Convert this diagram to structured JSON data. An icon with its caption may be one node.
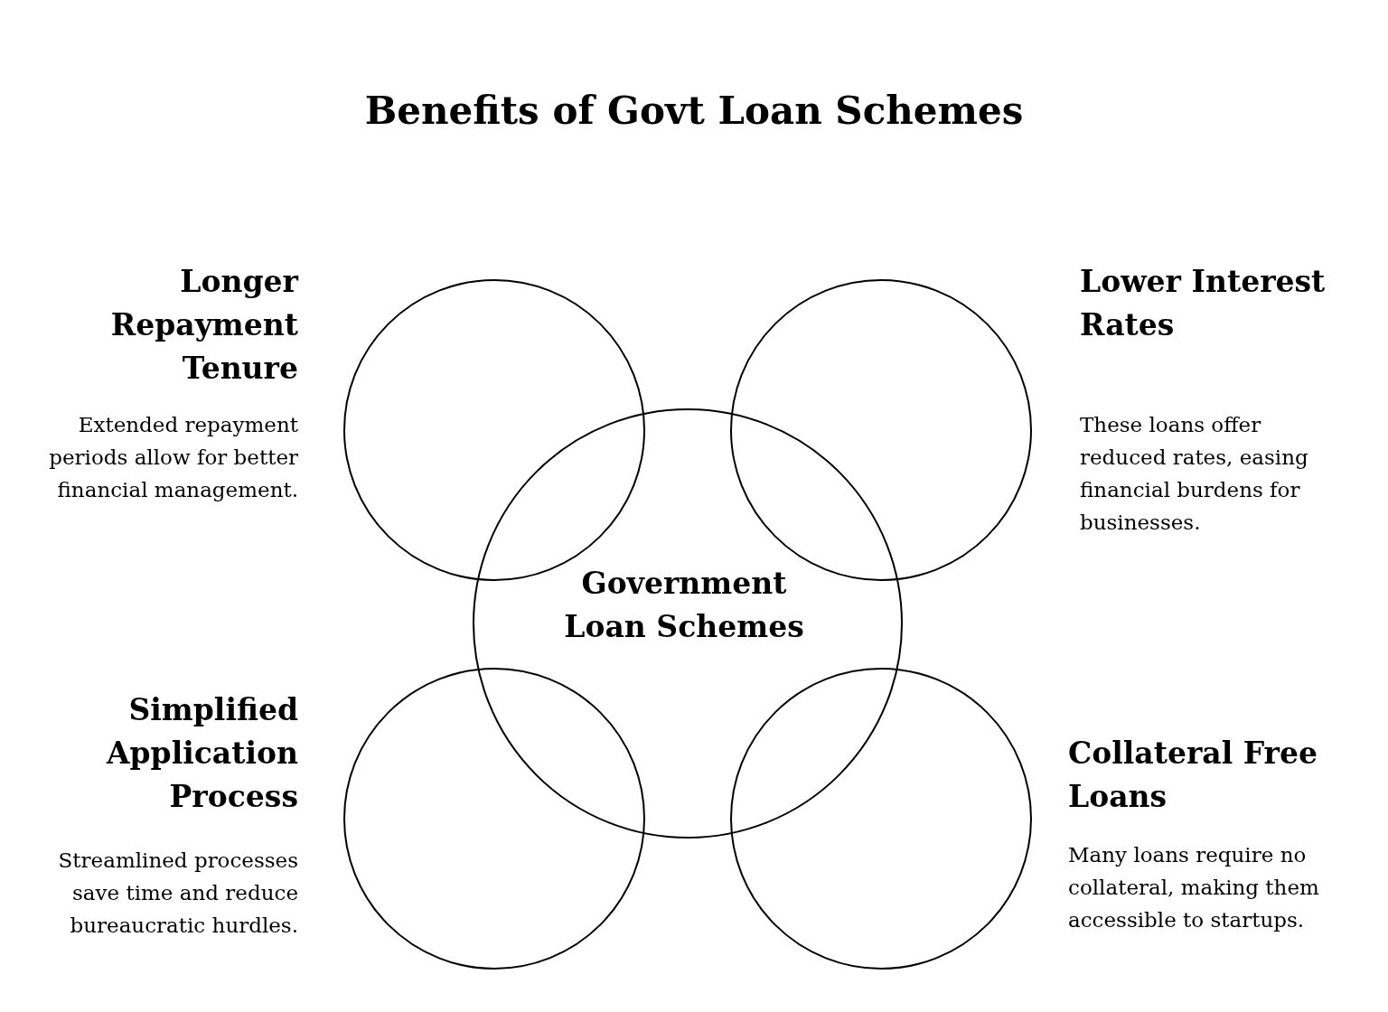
{
  "diagram": {
    "title": "Benefits of Govt Loan Schemes",
    "nodes": [
      {
        "text": [],
        "shape": "circle",
        "beside": [
          "Longer Repayment Tenure",
          "Extended repayment periods allow for better financial management."
        ]
      },
      {
        "text": [],
        "shape": "circle",
        "beside": [
          "Lower Interest Rates",
          "These loans offer reduced rates, easing financial burdens for businesses."
        ]
      },
      {
        "text": [
          "Government Loan Schemes"
        ]
      },
      {
        "text": [],
        "shape": "circle",
        "beside": [
          "Simplified Application Process",
          "Streamlined processes save time and reduce bureaucratic hurdles."
        ]
      },
      {
        "text": [],
        "shape": "circle",
        "beside": [
          "Collateral Free Loans",
          "Many loans require no collateral, making them accessible to startups."
        ]
      }
    ],
    "edges": []
  }
}
